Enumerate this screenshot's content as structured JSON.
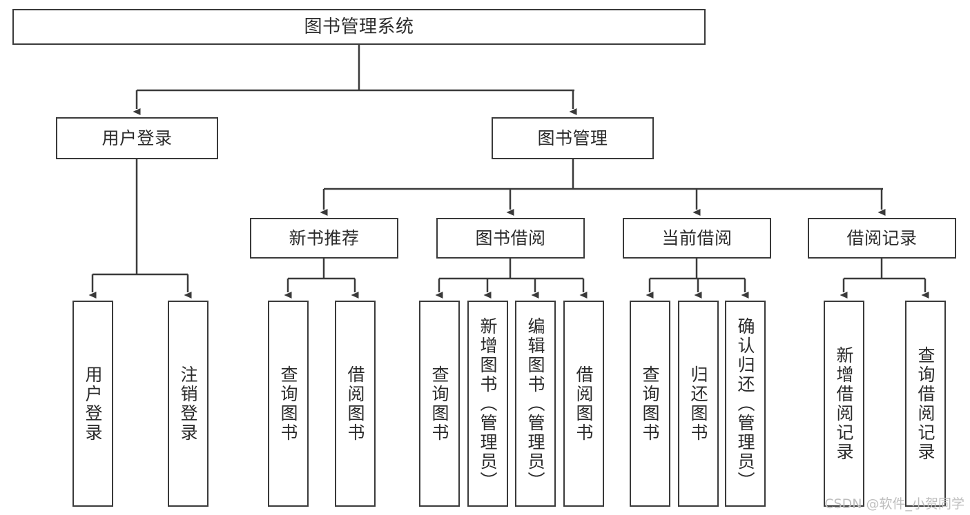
{
  "diagram": {
    "title": "图书管理系统",
    "type": "tree",
    "watermark": "CSDN @软件_小贺同学",
    "colors": {
      "stroke": "#3a3a3a",
      "text": "#2b2b2b",
      "background": "#ffffff",
      "watermark": "#bdbdbd"
    },
    "nodes": {
      "root": {
        "label": "图书管理系统"
      },
      "level2": [
        {
          "label": "用户登录"
        },
        {
          "label": "图书管理"
        }
      ],
      "level3": [
        {
          "label": "新书推荐"
        },
        {
          "label": "图书借阅"
        },
        {
          "label": "当前借阅"
        },
        {
          "label": "借阅记录"
        }
      ],
      "leaves_user_login": [
        {
          "label": "用户登录"
        },
        {
          "label": "注销登录"
        }
      ],
      "leaves_new_book": [
        {
          "label": "查询图书"
        },
        {
          "label": "借阅图书"
        }
      ],
      "leaves_borrow": [
        {
          "label": "查询图书"
        },
        {
          "label": "新增图书（管理员）"
        },
        {
          "label": "编辑图书（管理员）"
        },
        {
          "label": "借阅图书"
        }
      ],
      "leaves_current": [
        {
          "label": "查询图书"
        },
        {
          "label": "归还图书"
        },
        {
          "label": "确认归还（管理员）"
        }
      ],
      "leaves_records": [
        {
          "label": "新增借阅记录"
        },
        {
          "label": "查询借阅记录"
        }
      ]
    }
  }
}
